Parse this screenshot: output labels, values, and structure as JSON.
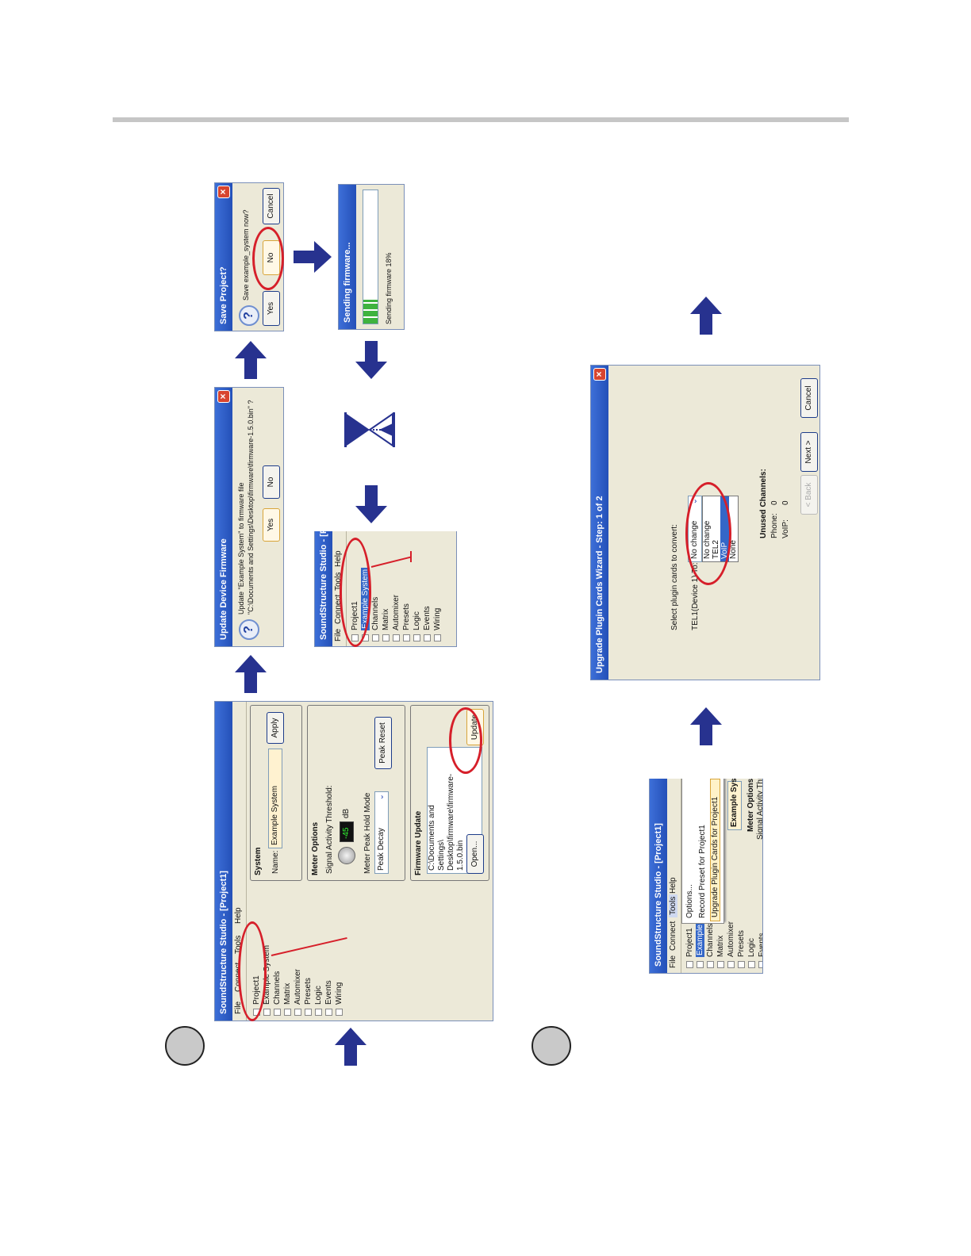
{
  "app_title": "SoundStructure Studio - [Project1]",
  "app_title_short": "SoundStructure Studio - [Pro",
  "menu": [
    "File",
    "Connect",
    "Tools",
    "Help"
  ],
  "tree": {
    "root": "Project1",
    "system": "Example System",
    "system_short": "Example",
    "children": [
      "Channels",
      "Matrix",
      "Automixer",
      "Presets",
      "Logic",
      "Events",
      "Wiring"
    ]
  },
  "system_panel": {
    "title": "System",
    "name_label": "Name:",
    "name_value": "Example System",
    "apply": "Apply"
  },
  "meter_panel": {
    "title": "Meter Options",
    "threshold_label": "Signal Activity Threshold:",
    "threshold_value": "-45",
    "threshold_unit": "dB",
    "hold_label": "Meter Peak Hold Mode",
    "hold_value": "Peak Decay",
    "reset": "Peak Reset"
  },
  "firmware_panel": {
    "title": "Firmware Update",
    "path": "C:\\Documents and Settings\\Desktop\\firmware\\firmware-1.5.0.bin",
    "path_line1": "C:\\Documents and",
    "path_line2": "Settings\\ Desktop\\firmware\\firmware-1.5.0.bin",
    "open": "Open...",
    "update": "Update"
  },
  "update_dialog": {
    "title": "Update Device Firmware",
    "line1": "Update \"Example System\" to firmware file",
    "line2": "\"C:\\Documents and Settings\\Desktop\\firmware\\firmware-1.5.0.bin\" ?",
    "yes": "Yes",
    "no": "No"
  },
  "save_dialog": {
    "title": "Save Project?",
    "message": "Save example_system now?",
    "yes": "Yes",
    "no": "No",
    "cancel": "Cancel"
  },
  "sending_dialog": {
    "title": "Sending firmware...",
    "status": "Sending firmware 18%",
    "progress": 0.18
  },
  "tools_menu": {
    "options": "Options...",
    "record_preset": "Record Preset for Project1",
    "upgrade": "Upgrade Plugin Cards for Project1",
    "meter_options": "Meter Options",
    "threshold": "Signal Activity Thresh"
  },
  "wizard": {
    "title": "Upgrade Plugin Cards Wizard - Step: 1 of 2",
    "prompt": "Select plugin cards to convert:",
    "card": "TEL1",
    "device": "(Device 1) To:",
    "select_value": "No change",
    "options": [
      "No change",
      "TEL2",
      "VoIP",
      "None"
    ],
    "unused_title": "Unused Channels:",
    "phone_label": "Phone:",
    "phone_value": "0",
    "voip_label": "VoIP:",
    "voip_value": "0",
    "back": "< Back",
    "next": "Next >",
    "cancel": "Cancel"
  },
  "colors": {
    "arrow": "#27328f",
    "highlight": "#d61f2a",
    "titlebar": "#2a56c4"
  }
}
